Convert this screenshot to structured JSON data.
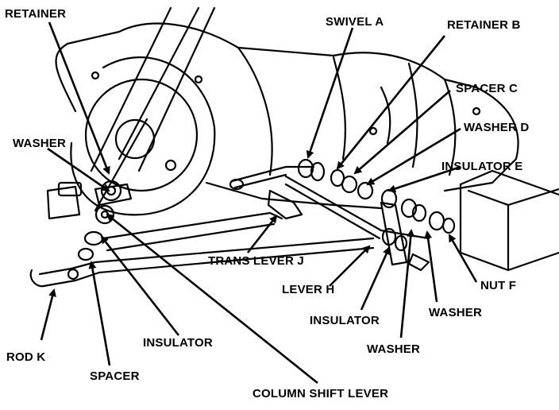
{
  "labels": {
    "retainer": "RETAINER",
    "swivel_a": "SWIVEL A",
    "retainer_b": "RETAINER B",
    "spacer_c": "SPACER C",
    "washer_d": "WASHER D",
    "insulator_e": "INSULATOR E",
    "washer_left": "WASHER",
    "trans_lever_j": "TRANS LEVER J",
    "lever_h": "LEVER H",
    "nut_f": "NUT F",
    "insulator_right": "INSULATOR",
    "washer_right": "WASHER",
    "washer_bottom": "WASHER",
    "rod_k": "ROD K",
    "insulator_left": "INSULATOR",
    "spacer": "SPACER",
    "column_shift_lever": "COLUMN SHIFT LEVER"
  },
  "colors": {
    "ink": "#000000",
    "paper": "#ffffff"
  }
}
